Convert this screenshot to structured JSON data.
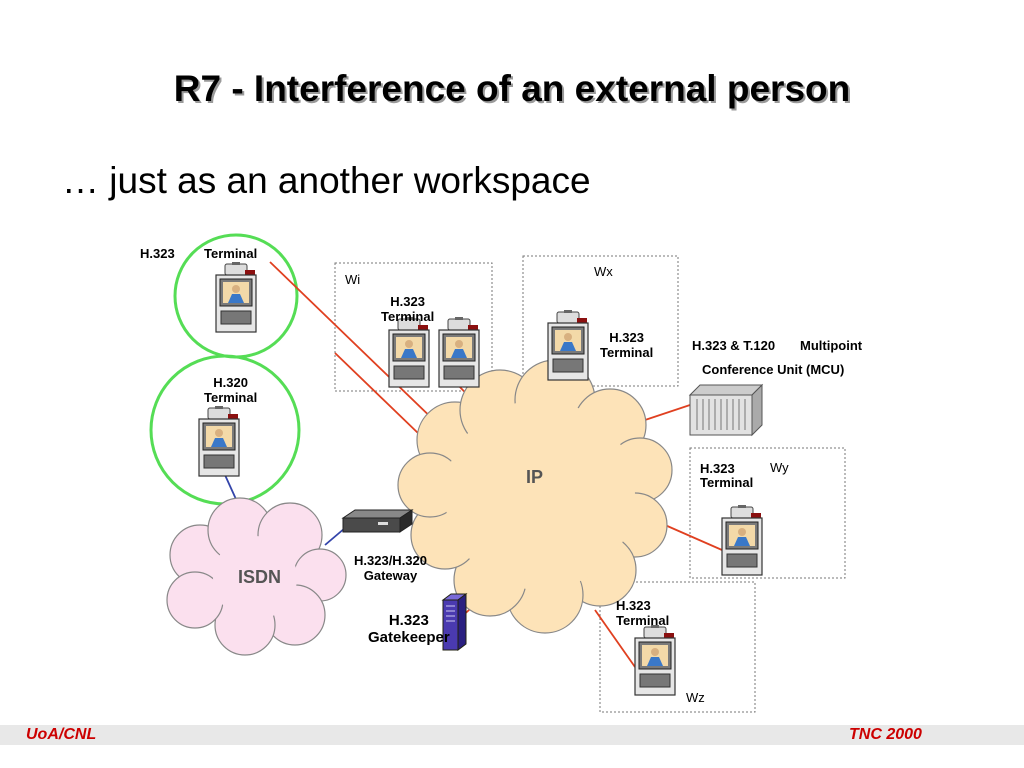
{
  "slide": {
    "title": "R7 - Interference of an external person",
    "subtitle": "… just as an another workspace"
  },
  "labels": {
    "terminal_top_h323": "H.323",
    "terminal_top_terminal": "Terminal",
    "terminal_h320": "H.320\nTerminal",
    "wi_label": "Wi",
    "wi_terminal": "H.323\nTerminal",
    "wx_label": "Wx",
    "wx_terminal": "H.323\nTerminal",
    "mcu_a": "H.323 & T.120",
    "mcu_b": "Multipoint",
    "mcu_c": "Conference Unit (MCU)",
    "wy_h323": "H.323",
    "wy_label": "Wy",
    "wy_terminal": "Terminal",
    "wz_terminal": "H.323\nTerminal",
    "wz_label": "Wz",
    "gateway": "H.323/H.320\nGateway",
    "gatekeeper": "H.323\nGatekeeper",
    "ip_cloud": "IP",
    "isdn_cloud": "ISDN"
  },
  "footer": {
    "left": "UoA/CNL",
    "right": "TNC 2000"
  },
  "colors": {
    "ip_cloud_fill": "#fde3b8",
    "isdn_cloud_fill": "#fbe0ee",
    "ring": "#55dd55",
    "link_red": "#e04020",
    "link_blue": "#3344aa",
    "footer_text": "#cc0000"
  }
}
